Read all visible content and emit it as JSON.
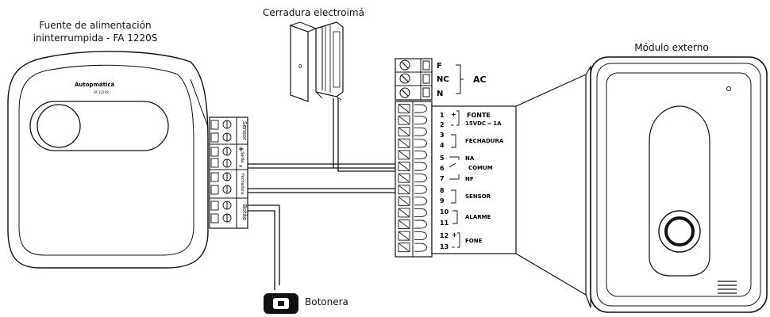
{
  "labels": {
    "power_supply_line1": "Fuente de alimentación",
    "power_supply_line2": "ininterrumpida - FA 1220S",
    "lock": "Cerradura electroimá",
    "external_module": "Módulo externo",
    "button_panel": "Botonera"
  },
  "power_supply": {
    "brand": "Autopmáticá",
    "model": "FA 1220S",
    "terminals": [
      "Sensor",
      "Saída",
      "Fechadura",
      "Botão"
    ]
  },
  "lock": {
    "mark": "0"
  },
  "ac_block": {
    "pins": [
      "F",
      "NC",
      "N"
    ],
    "label": "AC"
  },
  "terminal_block": {
    "rows": [
      {
        "pins": "1",
        "sign": "+",
        "text": "FONTE"
      },
      {
        "pins": "2",
        "sign": "–",
        "text": "15VDC ═ 1A"
      },
      {
        "pins": "3",
        "sign": "",
        "text": ""
      },
      {
        "pins": "4",
        "sign": "",
        "text": "FECHADURA"
      },
      {
        "pins": "5",
        "sign": "",
        "text": "NA"
      },
      {
        "pins": "6",
        "sign": "",
        "text": "COMUM"
      },
      {
        "pins": "7",
        "sign": "",
        "text": "NF"
      },
      {
        "pins": "8",
        "sign": "",
        "text": ""
      },
      {
        "pins": "9",
        "sign": "",
        "text": "SENSOR"
      },
      {
        "pins": "10",
        "sign": "",
        "text": ""
      },
      {
        "pins": "11",
        "sign": "",
        "text": "ALARME"
      },
      {
        "pins": "12",
        "sign": "+",
        "text": "FONE"
      },
      {
        "pins": "13",
        "sign": "–",
        "text": ""
      }
    ]
  }
}
